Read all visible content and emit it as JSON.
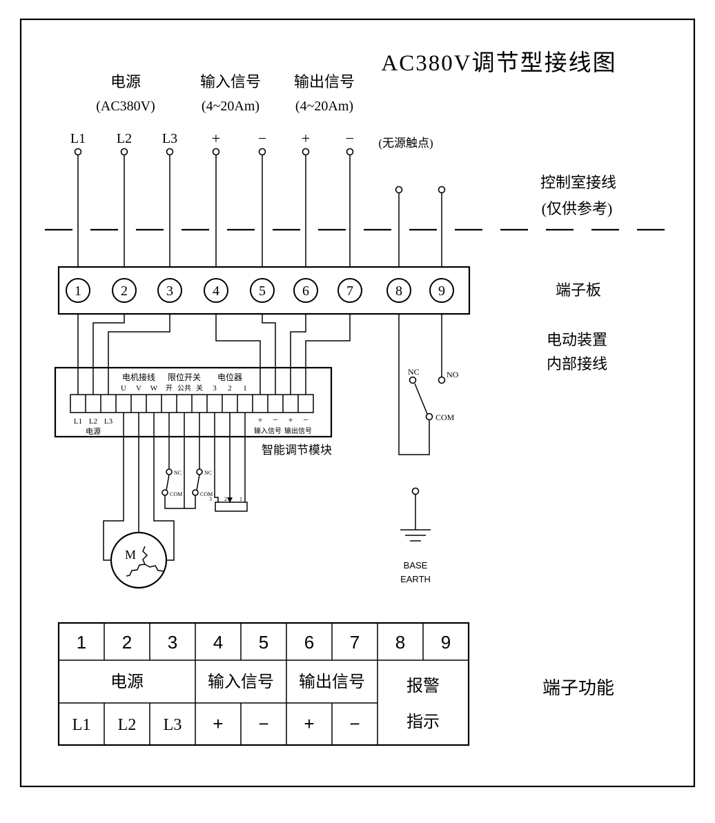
{
  "title": "AC380V调节型接线图",
  "top": {
    "power_label": "电源",
    "power_sub": "(AC380V)",
    "input_label": "输入信号",
    "input_sub": "(4~20Am)",
    "output_label": "输出信号",
    "output_sub": "(4~20Am)",
    "dry_contact": "(无源触点)",
    "terminals": [
      "L1",
      "L2",
      "L3",
      "+",
      "−",
      "+",
      "−"
    ]
  },
  "notes": {
    "control_room_line1": "控制室接线",
    "control_room_line2": "(仅供参考)",
    "terminal_board": "端子板",
    "internal_line1": "电动装置",
    "internal_line2": "内部接线",
    "terminal_function": "端子功能"
  },
  "board": {
    "numbers": [
      "1",
      "2",
      "3",
      "4",
      "5",
      "6",
      "7",
      "8",
      "9"
    ]
  },
  "module": {
    "name": "智能调节模块",
    "motor_group": {
      "label": "电机接线",
      "pins": [
        "U",
        "V",
        "W"
      ]
    },
    "limit_group": {
      "label": "限位开关",
      "pins": [
        "开",
        "公共",
        "关"
      ]
    },
    "pot_group": {
      "label": "电位器",
      "pins": [
        "3",
        "2",
        "1"
      ]
    },
    "power_pins": [
      "L1",
      "L2",
      "L3"
    ],
    "power_label": "电源",
    "input_pins": [
      "+",
      "−"
    ],
    "input_label": "输入信号",
    "output_pins": [
      "+",
      "−"
    ],
    "output_label": "输出信号"
  },
  "alarm": {
    "nc": "NC",
    "no": "NO",
    "com": "COM"
  },
  "limit_switch": {
    "nc": "NC",
    "com": "COM"
  },
  "motor": {
    "label": "M"
  },
  "ground": {
    "line1": "BASE",
    "line2": "EARTH"
  },
  "table": {
    "row1": [
      "1",
      "2",
      "3",
      "4",
      "5",
      "6",
      "7",
      "8",
      "9"
    ],
    "power": "电源",
    "input": "输入信号",
    "output": "输出信号",
    "alarm_line1": "报警",
    "alarm_line2": "指示",
    "row3": [
      "L1",
      "L2",
      "L3",
      "+",
      "−",
      "+",
      "−"
    ]
  }
}
